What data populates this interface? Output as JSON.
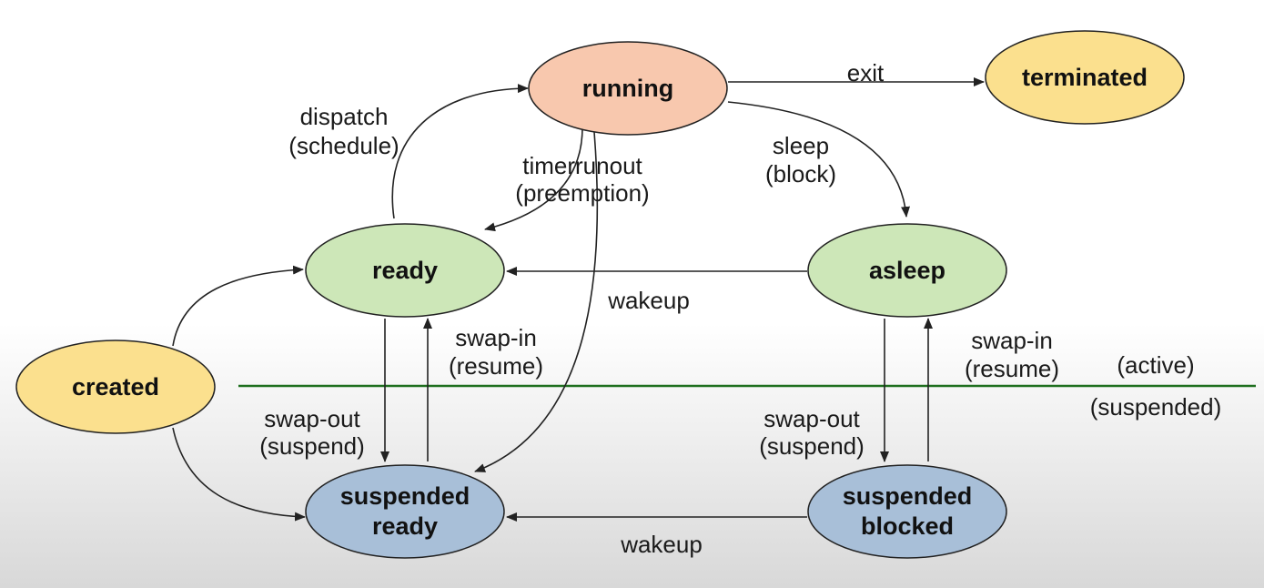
{
  "colors": {
    "running": "#f8c8ae",
    "terminal": "#fbe08e",
    "active": "#cde7b8",
    "suspended": "#a8bfd8",
    "divider": "#1f6f1f",
    "divider_glow": "#a9e07f"
  },
  "nodes": {
    "running": "running",
    "terminated": "terminated",
    "ready": "ready",
    "asleep": "asleep",
    "created": "created",
    "suspended_ready": [
      "suspended",
      "ready"
    ],
    "suspended_blocked": [
      "suspended",
      "blocked"
    ]
  },
  "edges": {
    "dispatch": [
      "dispatch",
      "(schedule)"
    ],
    "exit": "exit",
    "timerrunout": [
      "timerrunout",
      "(preemption)"
    ],
    "sleep": [
      "sleep",
      "(block)"
    ],
    "wakeup_active": "wakeup",
    "swap_in_left": [
      "swap-in",
      "(resume)"
    ],
    "swap_in_right": [
      "swap-in",
      "(resume)"
    ],
    "swap_out_left": [
      "swap-out",
      "(suspend)"
    ],
    "swap_out_right": [
      "swap-out",
      "(suspend)"
    ],
    "wakeup_suspended": "wakeup"
  },
  "regions": {
    "active": "(active)",
    "suspended": "(suspended)"
  }
}
